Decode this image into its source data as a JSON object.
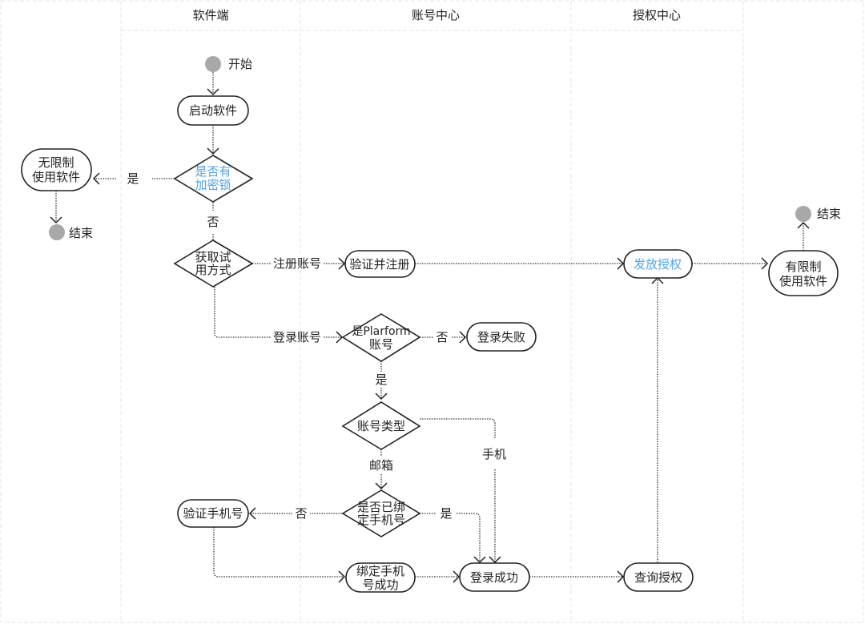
{
  "title": "软件授权流程图",
  "lanes": [
    {
      "id": "outside_left",
      "label": ""
    },
    {
      "id": "software",
      "label": "软件端"
    },
    {
      "id": "account",
      "label": "账号中心"
    },
    {
      "id": "license",
      "label": "授权中心"
    },
    {
      "id": "outside_right",
      "label": ""
    }
  ],
  "colors": {
    "highlight_text": "#4aa3f0",
    "terminal": "#a8a8a8",
    "stroke": "#222222",
    "lane_border": "#e6e6e6"
  },
  "nodes": {
    "start": {
      "type": "terminal",
      "label": "开始"
    },
    "launch": {
      "type": "process",
      "label": "启动软件"
    },
    "has_dongle": {
      "type": "decision",
      "lines": [
        "是否有",
        "加密锁"
      ],
      "highlight": true
    },
    "unlimited_use": {
      "type": "process",
      "lines": [
        "无限制",
        "使用软件"
      ]
    },
    "end_left": {
      "type": "terminal",
      "label": "结束"
    },
    "trial_method": {
      "type": "decision",
      "lines": [
        "获取试",
        "用方式"
      ]
    },
    "verify_register": {
      "type": "process",
      "label": "验证并注册"
    },
    "is_platform": {
      "type": "decision",
      "lines": [
        "是Plarform",
        "账号"
      ]
    },
    "login_failed": {
      "type": "process",
      "label": "登录失败"
    },
    "account_type": {
      "type": "decision",
      "label": "账号类型"
    },
    "phone_bound": {
      "type": "decision",
      "lines": [
        "是否已绑",
        "定手机号"
      ]
    },
    "verify_phone": {
      "type": "process",
      "label": "验证手机号"
    },
    "bind_success": {
      "type": "process",
      "lines": [
        "绑定手机",
        "号成功"
      ]
    },
    "login_success": {
      "type": "process",
      "label": "登录成功"
    },
    "query_license": {
      "type": "process",
      "label": "查询授权"
    },
    "issue_license": {
      "type": "process",
      "label": "发放授权",
      "highlight": true
    },
    "limited_use": {
      "type": "process",
      "lines": [
        "有限制",
        "使用软件"
      ]
    },
    "end_right": {
      "type": "terminal",
      "label": "结束"
    }
  },
  "edge_labels": {
    "dongle_yes": "是",
    "dongle_no": "否",
    "register_account": "注册账号",
    "login_account": "登录账号",
    "platform_no": "否",
    "platform_yes": "是",
    "type_email": "邮箱",
    "type_phone": "手机",
    "bound_no": "否",
    "bound_yes": "是"
  }
}
